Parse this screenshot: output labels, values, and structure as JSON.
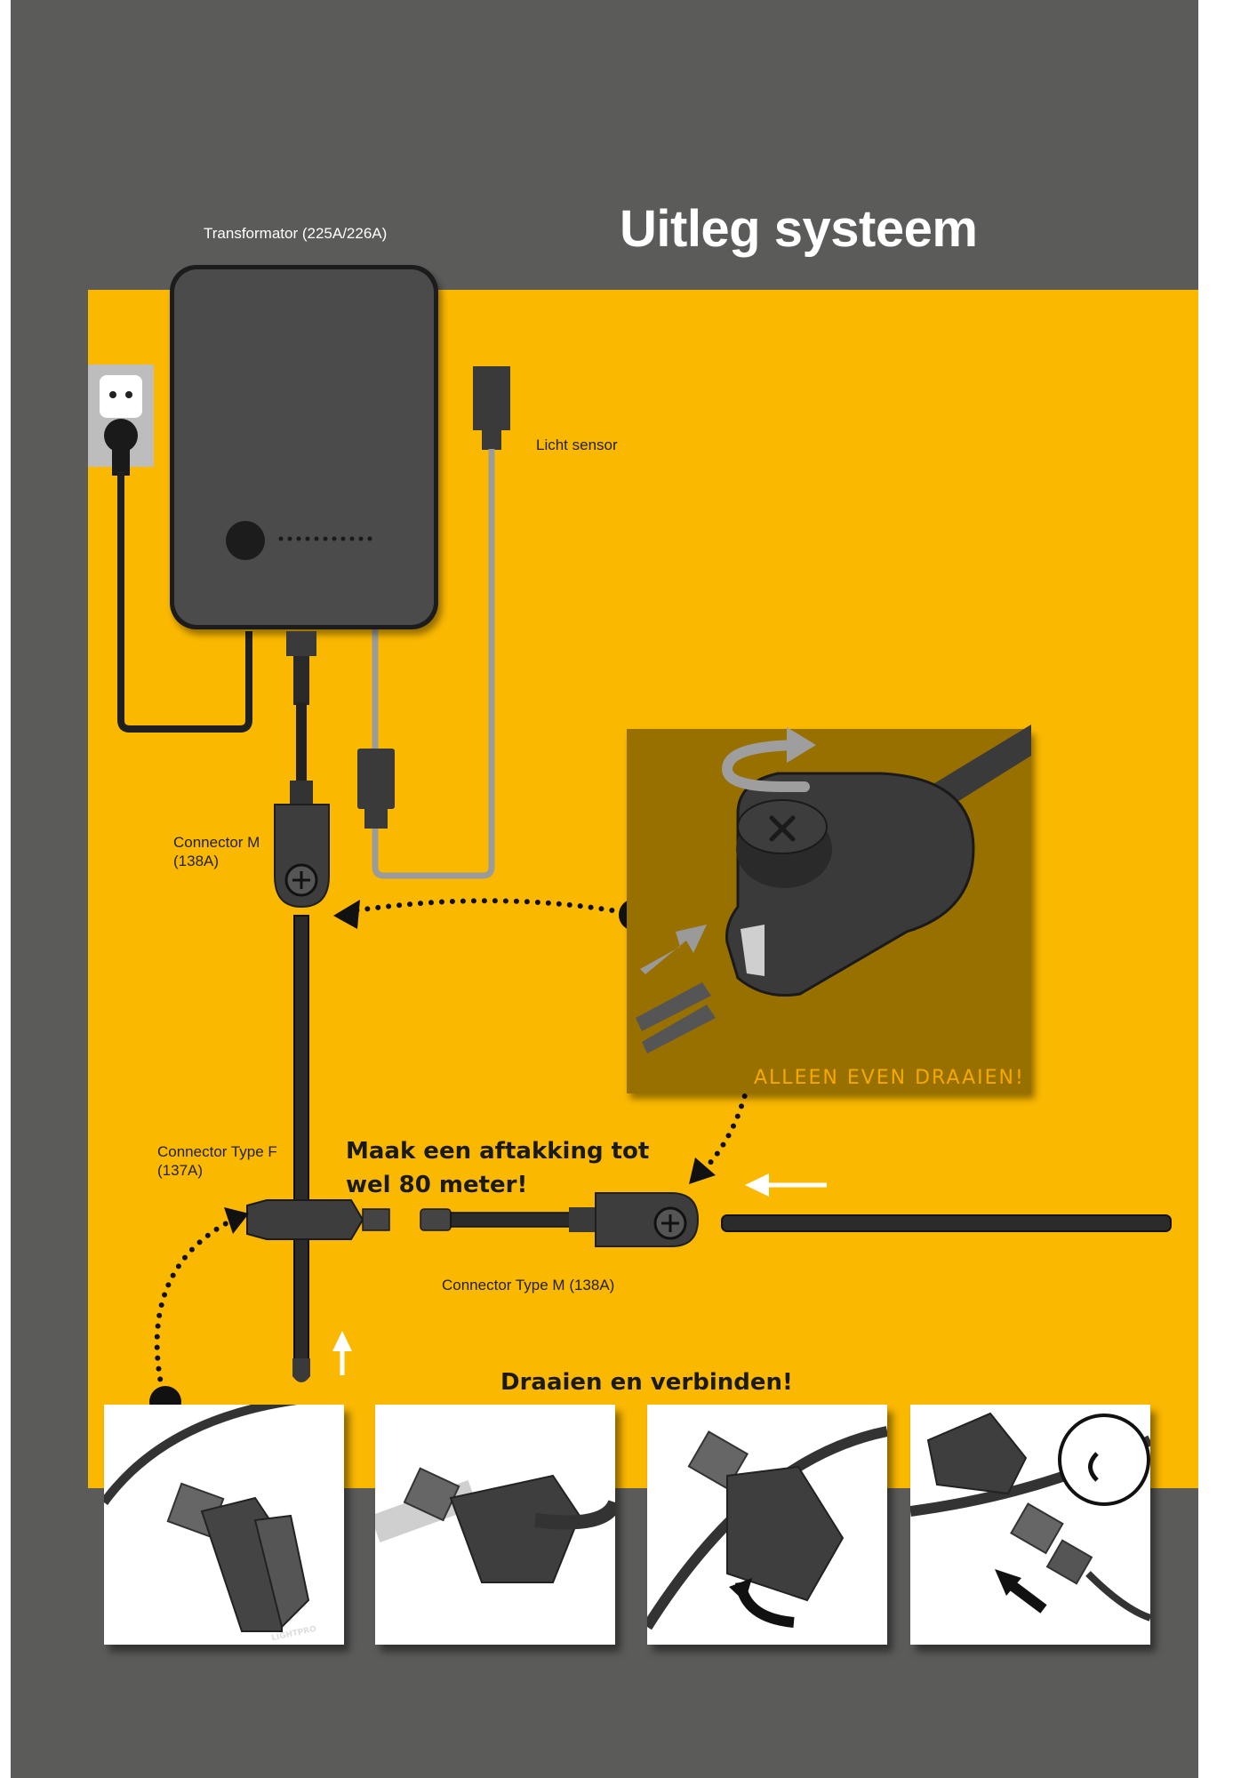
{
  "title": "Uitleg systeem",
  "labels": {
    "transformer": "Transformator (225A/226A)",
    "light_sensor": "Licht sensor",
    "connector_m_line1": "Connector M",
    "connector_m_line2": "(138A)",
    "connector_f_line1": "Connector Type F",
    "connector_f_line2": "(137A)",
    "connector_type_m": "Connector Type M (138A)"
  },
  "callouts": {
    "branch_line1": "Maak een aftakking tot",
    "branch_line2": "wel 80 meter!",
    "twist_connect": "Draaien en verbinden!",
    "warning": "ALLEEN EVEN DRAAIEN!"
  },
  "brand_mark": "LIGHTPRO",
  "icons": [
    "wall-socket-icon",
    "plug-icon",
    "light-sensor-icon",
    "rotate-arrow-icon",
    "plus-screw-icon",
    "cross-knob-icon"
  ],
  "colors": {
    "background_gray": "#5b5b5a",
    "accent_yellow": "#fbb800",
    "device_gray": "#4a4a4a",
    "warning_orange": "#f5a800"
  }
}
